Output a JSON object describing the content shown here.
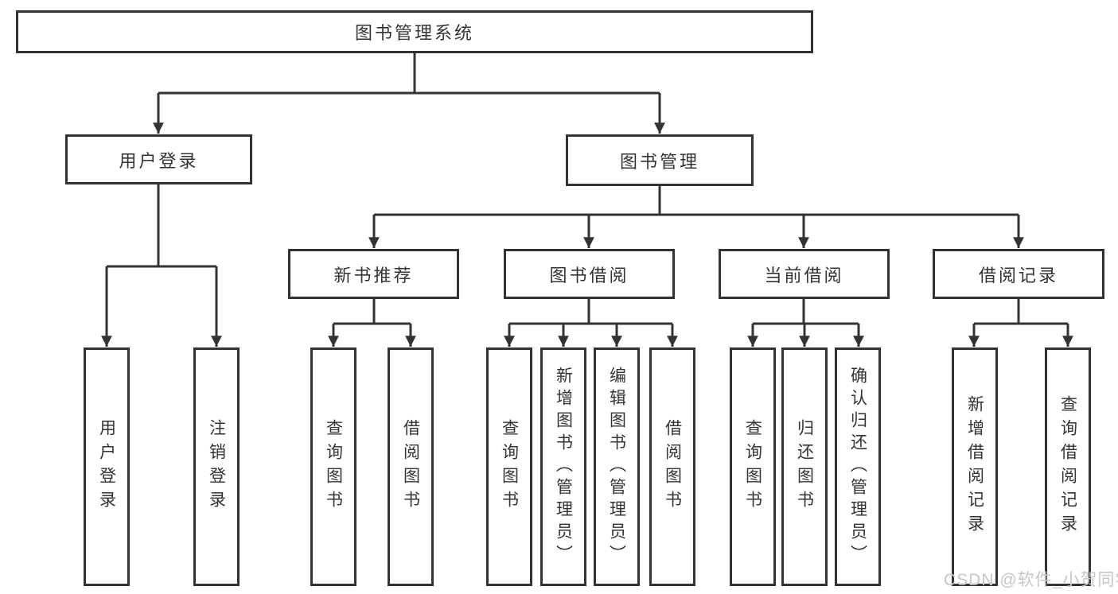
{
  "tree": {
    "root": {
      "label": "图书管理系统"
    },
    "branches": [
      {
        "label": "用户登录",
        "children": [
          {
            "label": "用户登录"
          },
          {
            "label": "注销登录"
          }
        ]
      },
      {
        "label": "图书管理",
        "groups": [
          {
            "label": "新书推荐",
            "children": [
              {
                "label": "查询图书"
              },
              {
                "label": "借阅图书"
              }
            ]
          },
          {
            "label": "图书借阅",
            "children": [
              {
                "label": "查询图书"
              },
              {
                "label": "新增图书（管理员）"
              },
              {
                "label": "编辑图书（管理员）"
              },
              {
                "label": "借阅图书"
              }
            ]
          },
          {
            "label": "当前借阅",
            "children": [
              {
                "label": "查询图书"
              },
              {
                "label": "归还图书"
              },
              {
                "label": "确认归还（管理员）"
              }
            ]
          },
          {
            "label": "借阅记录",
            "children": [
              {
                "label": "新增借阅记录"
              },
              {
                "label": "查询借阅记录"
              }
            ]
          }
        ]
      }
    ]
  },
  "watermark": {
    "text": "CSDN @软件_小贺同学"
  },
  "colors": {
    "line": "#333333",
    "box_border": "#333333",
    "text": "#333333",
    "watermark": "#c6c6c6",
    "background": "#ffffff"
  }
}
